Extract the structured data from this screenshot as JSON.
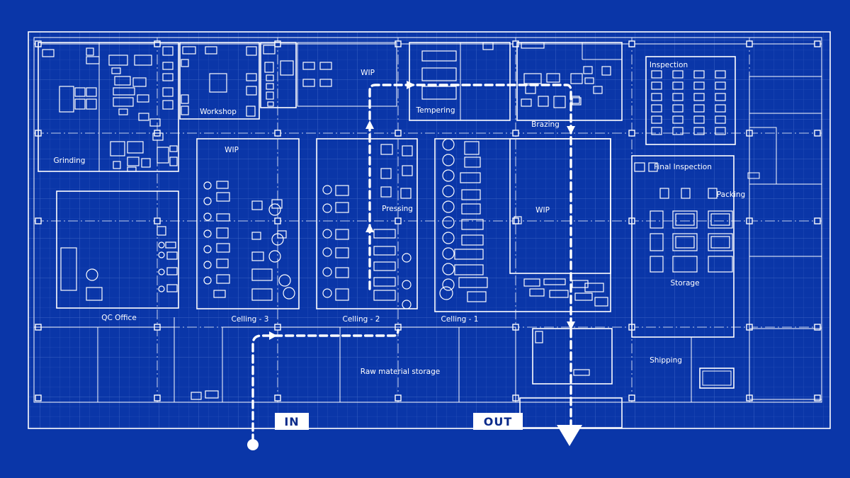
{
  "colors": {
    "background": "#0a36a8",
    "line": "#ffffff",
    "grid": "#3a63c4",
    "tag_text": "#0a2a8a"
  },
  "labels": {
    "grinding": "Grinding",
    "workshop": "Workshop",
    "wip_top": "WIP",
    "tempering": "Tempering",
    "brazing": "Brazing",
    "inspection": "Inspection",
    "wip_left": "WIP",
    "pressing": "Pressing",
    "wip_center": "WIP",
    "final_inspection": "Final Inspection",
    "packing": "Packing",
    "storage": "Storage",
    "qc_office": "QC Office",
    "celling_3": "Celling - 3",
    "celling_2": "Celling - 2",
    "celling_1": "Celling - 1",
    "raw_material_storage": "Raw material storage",
    "shipping": "Shipping"
  },
  "flow": {
    "in_label": "IN",
    "out_label": "OUT"
  }
}
